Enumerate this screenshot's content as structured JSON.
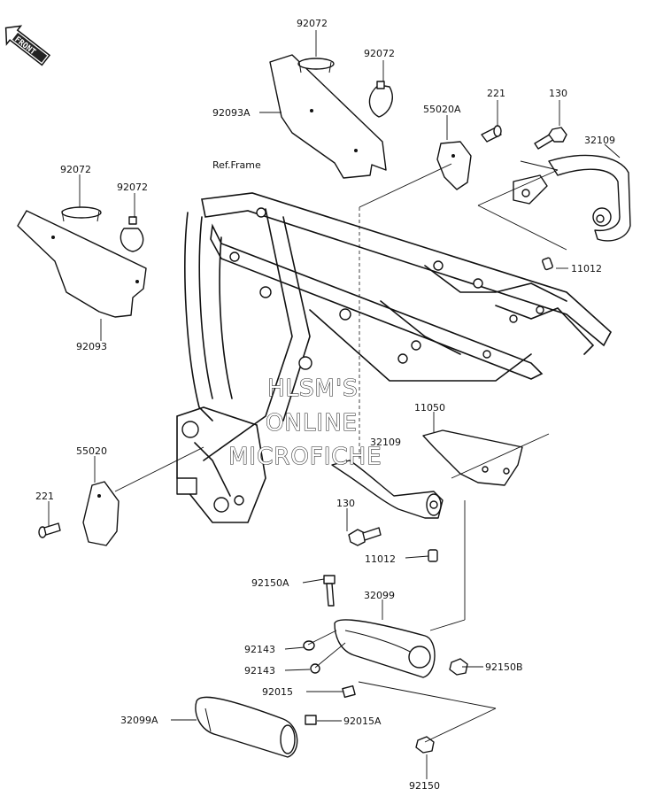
{
  "front_badge": "FRONT",
  "ref_frame": "Ref.Frame",
  "watermark": [
    "HLSM'S",
    "ONLINE",
    "MICROFICHE"
  ],
  "parts": {
    "p92072_a": "92072",
    "p92072_b": "92072",
    "p92093A": "92093A",
    "p55020A": "55020A",
    "p221_a": "221",
    "p130_a": "130",
    "p32109_a": "32109",
    "p92072_c": "92072",
    "p92072_d": "92072",
    "p92093": "92093",
    "p11012_a": "11012",
    "p11050": "11050",
    "p32109_b": "32109",
    "p55020": "55020",
    "p221_b": "221",
    "p130_b": "130",
    "p11012_b": "11012",
    "p92150A": "92150A",
    "p32099": "32099",
    "p92143_a": "92143",
    "p92143_b": "92143",
    "p92150B": "92150B",
    "p92015": "92015",
    "p32099A": "32099A",
    "p92015A": "92015A",
    "p92150": "92150"
  }
}
